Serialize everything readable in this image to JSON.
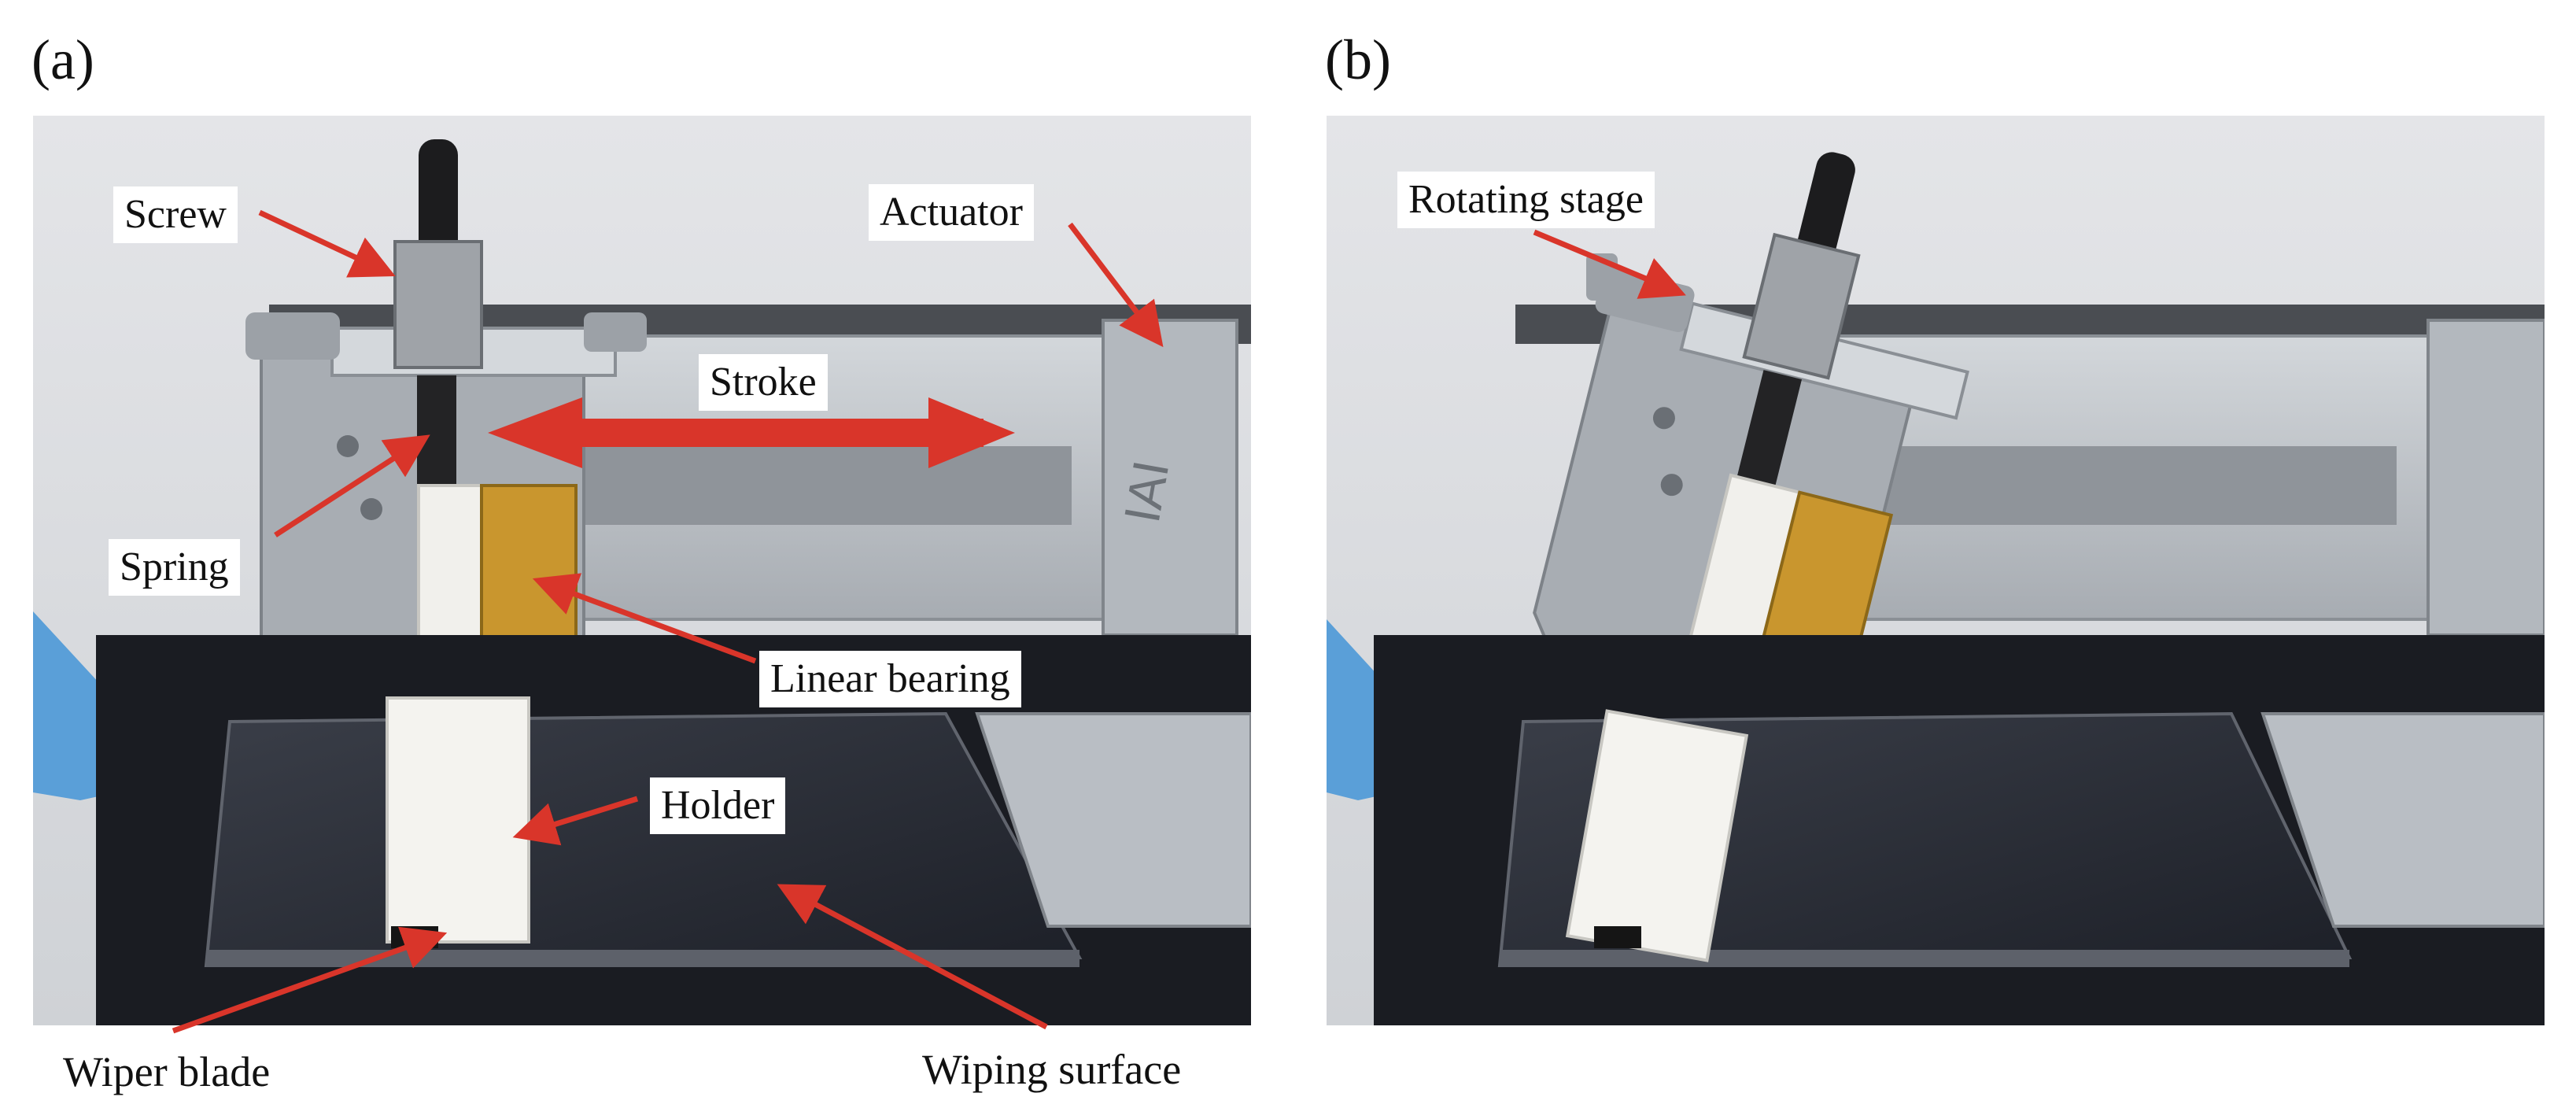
{
  "panels": [
    {
      "letter": "(a)",
      "labels": {
        "screw": "Screw",
        "actuator": "Actuator",
        "stroke": "Stroke",
        "spring": "Spring",
        "linear_bearing": "Linear bearing",
        "holder": "Holder",
        "wiper_blade": "Wiper blade",
        "wiping_surface": "Wiping surface"
      }
    },
    {
      "letter": "(b)",
      "labels": {
        "rotating_stage": "Rotating stage"
      }
    }
  ],
  "colors": {
    "arrow": "#d9352a",
    "background_wall": "#d6d8dc",
    "aluminum": "#b9bec4",
    "bearing": "#c9962e",
    "holder": "#f1f0ec",
    "base": "#1a1c22",
    "glass": "#2a2d36"
  }
}
